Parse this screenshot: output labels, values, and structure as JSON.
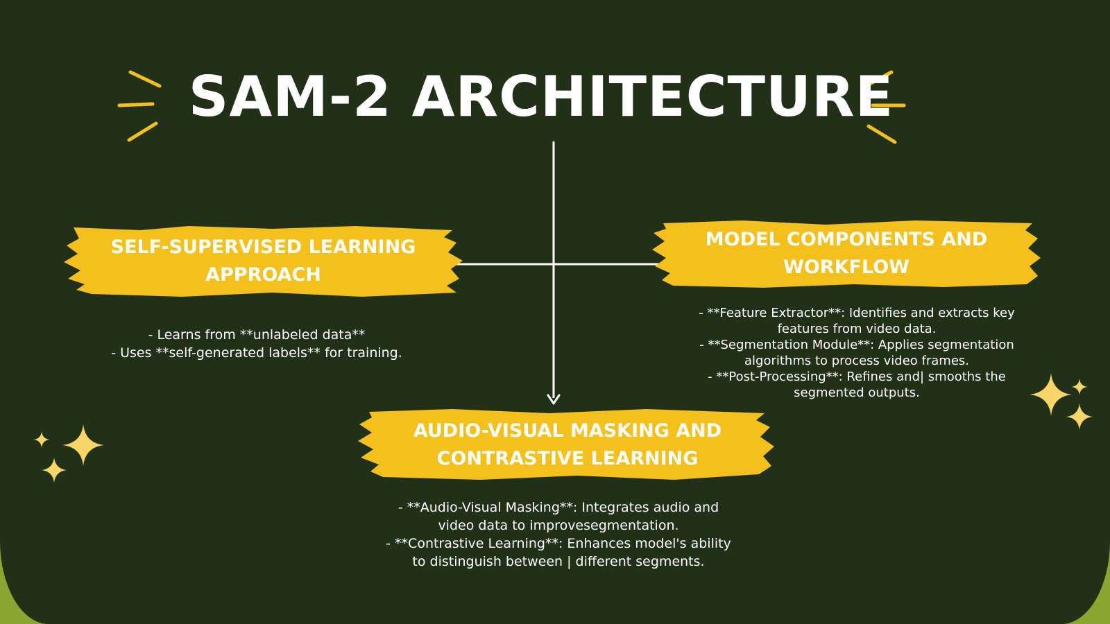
{
  "title": "SAM-2 ARCHITECTURE",
  "colors": {
    "background": "#213118",
    "accent": "#f4c01e",
    "text": "#ffffff",
    "corner": "#8aa830"
  },
  "nodes": {
    "left": {
      "heading": [
        "SELF-SUPERVISED LEARNING",
        "APPROACH"
      ],
      "lines": [
        "- Learns from **unlabeled data**",
        "- Uses **self-generated labels** for training."
      ]
    },
    "right": {
      "heading": [
        "MODEL COMPONENTS AND",
        "WORKFLOW"
      ],
      "lines": [
        "- **Feature Extractor**: Identifies and extracts key",
        "features from video data.",
        "- **Segmentation Module**: Applies segmentation",
        "algorithms to process video frames.",
        "- **Post-Processing**: Refines and| smooths the",
        "segmented outputs."
      ]
    },
    "bottom": {
      "heading": [
        "AUDIO-VISUAL MASKING AND",
        "CONTRASTIVE LEARNING"
      ],
      "lines": [
        "- **Audio-Visual Masking**: Integrates  audio and",
        "video data to improvesegmentation.",
        "- **Contrastive Learning**: Enhances  model's ability",
        "to distinguish between | different segments."
      ]
    }
  },
  "icons": [
    "burst-lines-icon",
    "sparkle-icon"
  ]
}
